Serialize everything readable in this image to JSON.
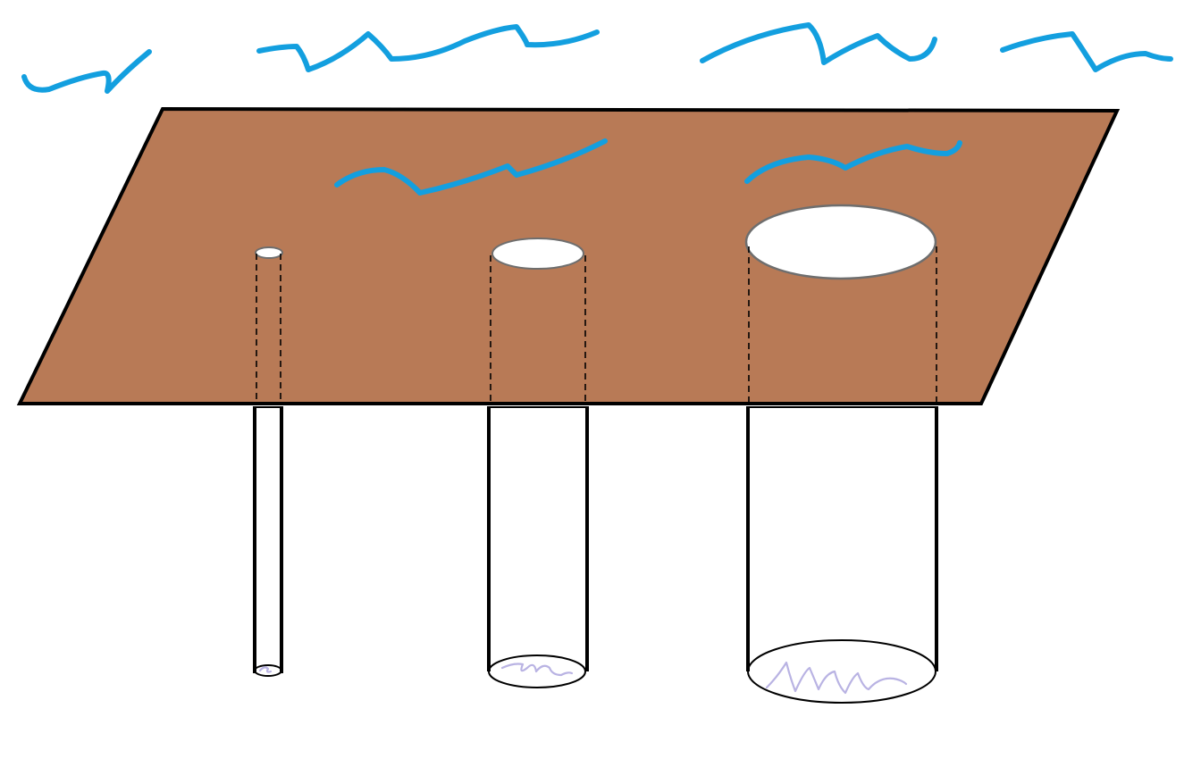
{
  "colors": {
    "background": "#ffffff",
    "ground": "#b87a56",
    "ground_outline": "#000000",
    "rain": "#139fdf",
    "water": "#b9b3e3",
    "hole_fill": "#ffffff",
    "hole_rim": "#6e6e6e"
  },
  "ground_plane": {
    "shape": "parallelogram",
    "description_visible": false
  },
  "holes": [
    {
      "id": "small",
      "relative_size": "small"
    },
    {
      "id": "medium",
      "relative_size": "medium"
    },
    {
      "id": "large",
      "relative_size": "large"
    }
  ],
  "icons": {
    "rain": "wavy-rain-line",
    "water": "scribbled-water"
  }
}
